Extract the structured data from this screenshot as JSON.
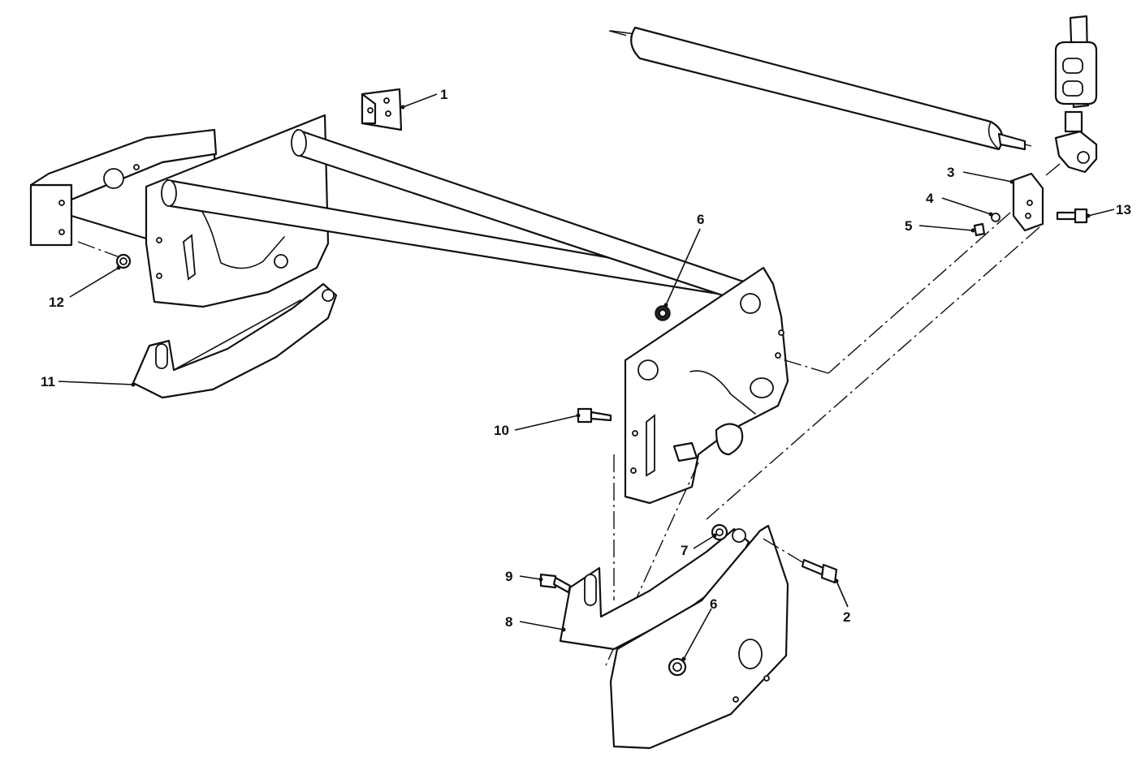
{
  "diagram": {
    "callouts": [
      {
        "id": "c1",
        "text": "1"
      },
      {
        "id": "c2",
        "text": "2"
      },
      {
        "id": "c3",
        "text": "3"
      },
      {
        "id": "c4",
        "text": "4"
      },
      {
        "id": "c5",
        "text": "5"
      },
      {
        "id": "c6a",
        "text": "6"
      },
      {
        "id": "c6b",
        "text": "6"
      },
      {
        "id": "c7",
        "text": "7"
      },
      {
        "id": "c8",
        "text": "8"
      },
      {
        "id": "c9",
        "text": "9"
      },
      {
        "id": "c10",
        "text": "10"
      },
      {
        "id": "c11",
        "text": "11"
      },
      {
        "id": "c12",
        "text": "12"
      },
      {
        "id": "c13",
        "text": "13"
      }
    ]
  }
}
